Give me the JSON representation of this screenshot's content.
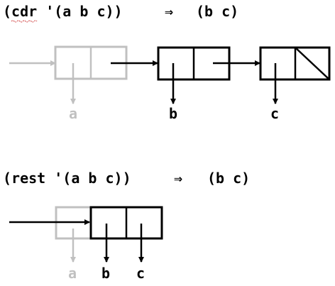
{
  "top_section": {
    "expression": {
      "open": "(",
      "fn": "cdr",
      "rest": " '(a b c))",
      "arrow": "⇒",
      "result": "(b c)"
    },
    "labels": {
      "a": "a",
      "b": "b",
      "c": "c"
    }
  },
  "bottom_section": {
    "expression": {
      "text": "(rest '(a b c))",
      "arrow": "⇒",
      "result": "(b c)"
    },
    "labels": {
      "a": "a",
      "b": "b",
      "c": "c"
    }
  },
  "colors": {
    "dropped": "#c0c0c0",
    "kept": "#000000",
    "background": "#ffffff"
  }
}
